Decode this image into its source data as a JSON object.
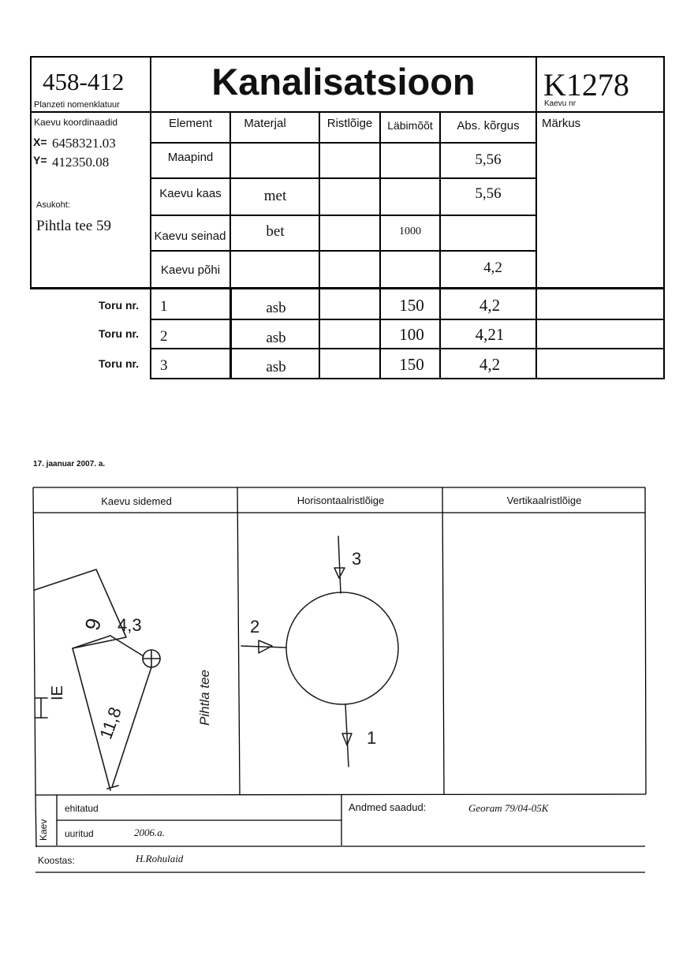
{
  "header": {
    "sheet_number": "458-412",
    "sheet_number_label": "Planzeti nomenklatuur",
    "title": "Kanalisatsioon",
    "well_number": "K1278",
    "well_number_label": "Kaevu nr"
  },
  "location": {
    "coordinates_label": "Kaevu koordinaadid",
    "x_label": "X=",
    "x_value": "6458321.03",
    "y_label": "Y=",
    "y_value": "412350.08",
    "address_label": "Asukoht:",
    "address_value": "Pihtla tee 59"
  },
  "columns": {
    "element": "Element",
    "material": "Materjal",
    "cross_section": "Ristlõige",
    "diameter": "Läbimõõt",
    "elevation": "Abs. kõrgus",
    "remarks": "Märkus"
  },
  "elements": [
    {
      "name": "Maapind",
      "material": "",
      "cross_section": "",
      "diameter": "",
      "elevation": "5,56"
    },
    {
      "name": "Kaevu kaas",
      "material": "met",
      "cross_section": "",
      "diameter": "",
      "elevation": "5,56"
    },
    {
      "name": "Kaevu seinad",
      "material": "bet",
      "cross_section": "",
      "diameter": "1000",
      "elevation": ""
    },
    {
      "name": "Kaevu põhi",
      "material": "",
      "cross_section": "",
      "diameter": "",
      "elevation": "4,2"
    }
  ],
  "pipes": [
    {
      "label": "Toru nr.",
      "number": "1",
      "material": "asb",
      "cross_section": "",
      "diameter": "150",
      "elevation": "4,2"
    },
    {
      "label": "Toru nr.",
      "number": "2",
      "material": "asb",
      "cross_section": "",
      "diameter": "100",
      "elevation": "4,21"
    },
    {
      "label": "Toru nr.",
      "number": "3",
      "material": "asb",
      "cross_section": "",
      "diameter": "150",
      "elevation": "4,2"
    }
  ],
  "date": "17. jaanuar 2007. a.",
  "sketch": {
    "panel_connections": "Kaevu sidemed",
    "panel_horizontal": "Horisontaalristlõige",
    "panel_vertical": "Vertikaalristlõige",
    "notes": {
      "dist_a": "9",
      "dist_b": "4,3",
      "dist_c": "11,8",
      "building": "IE",
      "street": "Pihtla tee"
    },
    "pipe_marks": {
      "p1": "1",
      "p2": "2",
      "p3": "3"
    }
  },
  "footer": {
    "well_label": "Kaev",
    "built_label": "ehitatud",
    "built_value": "",
    "surveyed_label": "uuritud",
    "surveyed_value": "2006.a.",
    "data_source_label": "Andmed saadud:",
    "data_source_value": "Georam 79/04-05K",
    "compiled_label": "Koostas:",
    "compiled_value": "H.Rohulaid"
  }
}
